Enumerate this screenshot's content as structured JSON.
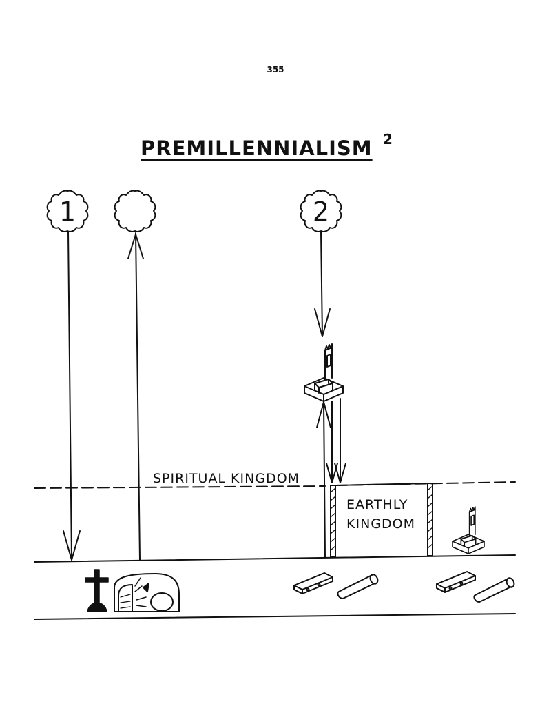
{
  "page_number": "355",
  "title": "PREMILLENNIALISM",
  "title_superscript": "2",
  "clouds": [
    {
      "label": "1"
    },
    {
      "label": ""
    },
    {
      "label": "2"
    }
  ],
  "kingdoms": {
    "spiritual": "SPIRITUAL KINGDOM",
    "earthly_line1": "EARTHLY",
    "earthly_line2": "KINGDOM"
  },
  "icons": [
    "cloud-icon",
    "throne-icon",
    "cross-icon",
    "tomb-icon",
    "coffin-icon",
    "scroll-icon"
  ]
}
